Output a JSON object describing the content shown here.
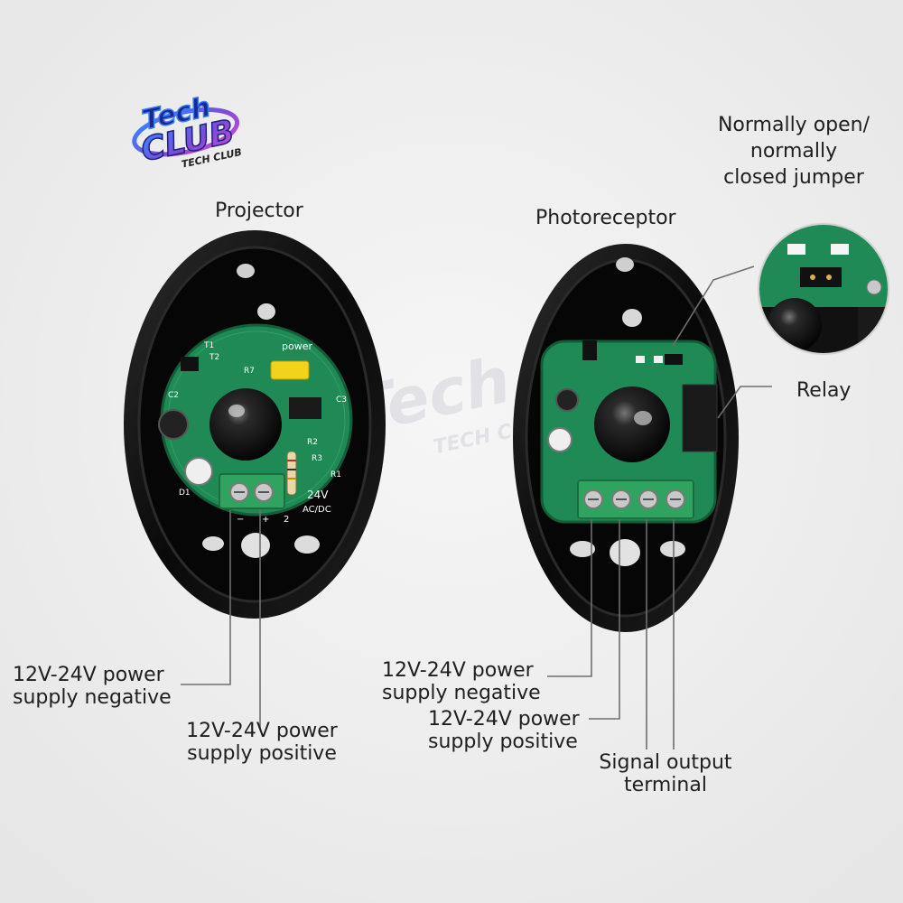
{
  "logo": {
    "line1": "Tech",
    "line2": "CLUB",
    "tagline": "TECH CLUB",
    "watermark": "Tech Club",
    "watermark_sub": "TECH CLUB"
  },
  "labels": {
    "projector": "Projector",
    "photoreceptor": "Photoreceptor",
    "jumper": [
      "Normally open/",
      "normally",
      "closed jumper"
    ],
    "relay": "Relay",
    "proj_neg": [
      "12V-24V power",
      "supply negative"
    ],
    "proj_pos": [
      "12V-24V power",
      "supply positive"
    ],
    "recv_neg": [
      "12V-24V power",
      "supply negative"
    ],
    "recv_pos": [
      "12V-24V power",
      "supply positive"
    ],
    "signal": [
      "Signal output",
      "terminal"
    ]
  },
  "pcb_text": {
    "power": "power",
    "t1": "T1",
    "t2": "T2",
    "r7": "R7",
    "c2": "C2",
    "c3": "C3",
    "r2": "R2",
    "r3": "R3",
    "r1": "R1",
    "d1": "D1",
    "voltage": "24V",
    "acdc": "AC/DC",
    "term_neg": "−",
    "term_pos": "+",
    "term_num": "2"
  },
  "colors": {
    "housing": "#0b0b0b",
    "pcb": "#1f8a55",
    "terminal": "#2fa35f",
    "line": "#6e6e6e",
    "logo": "#6a4bd8"
  }
}
